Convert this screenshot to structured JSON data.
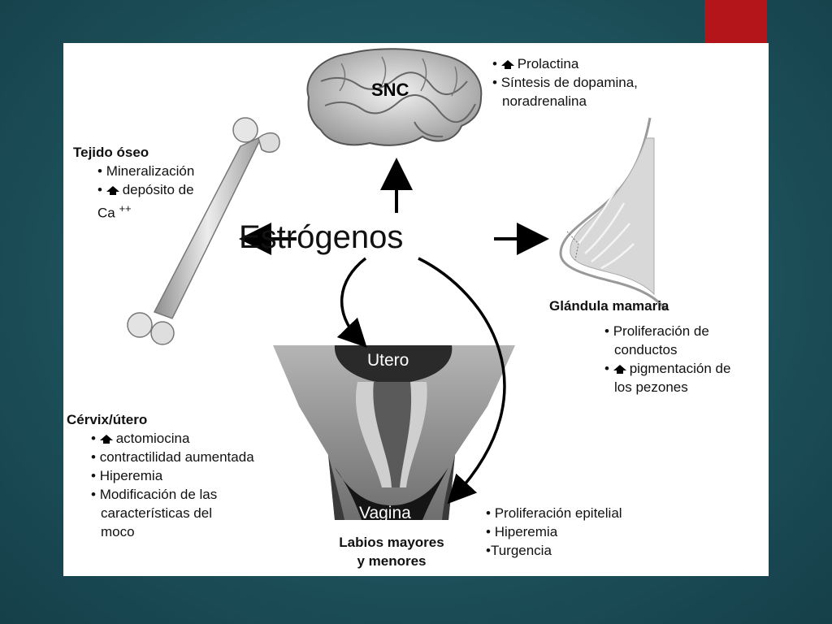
{
  "center": {
    "title": "Estrógenos"
  },
  "snc": {
    "label": "SNC",
    "effects": [
      "Prolactina",
      "Síntesis de dopamina,",
      "noradrenalina"
    ]
  },
  "bone": {
    "heading": "Tejido óseo",
    "items": [
      "Mineralización",
      "depósito de",
      "Ca",
      "++"
    ]
  },
  "mammary": {
    "heading": "Glándula mamaria",
    "items": [
      "Proliferación de",
      "conductos",
      "pigmentación de",
      "los pezones"
    ]
  },
  "uterus": {
    "label_top": "Utero",
    "label_bottom": "Vagina",
    "caption_line1": "Labios mayores",
    "caption_line2": "y menores"
  },
  "cervix": {
    "heading": "Cérvix/útero",
    "items": [
      "actomiocina",
      "contractilidad aumentada",
      "Hiperemia",
      "Modificación de las",
      "características del",
      "moco"
    ]
  },
  "vagina_effects": [
    "Proliferación epitelial",
    "Hiperemia",
    "•Turgencia"
  ],
  "colors": {
    "accent": "#b3151a",
    "background": "#1f5660"
  }
}
